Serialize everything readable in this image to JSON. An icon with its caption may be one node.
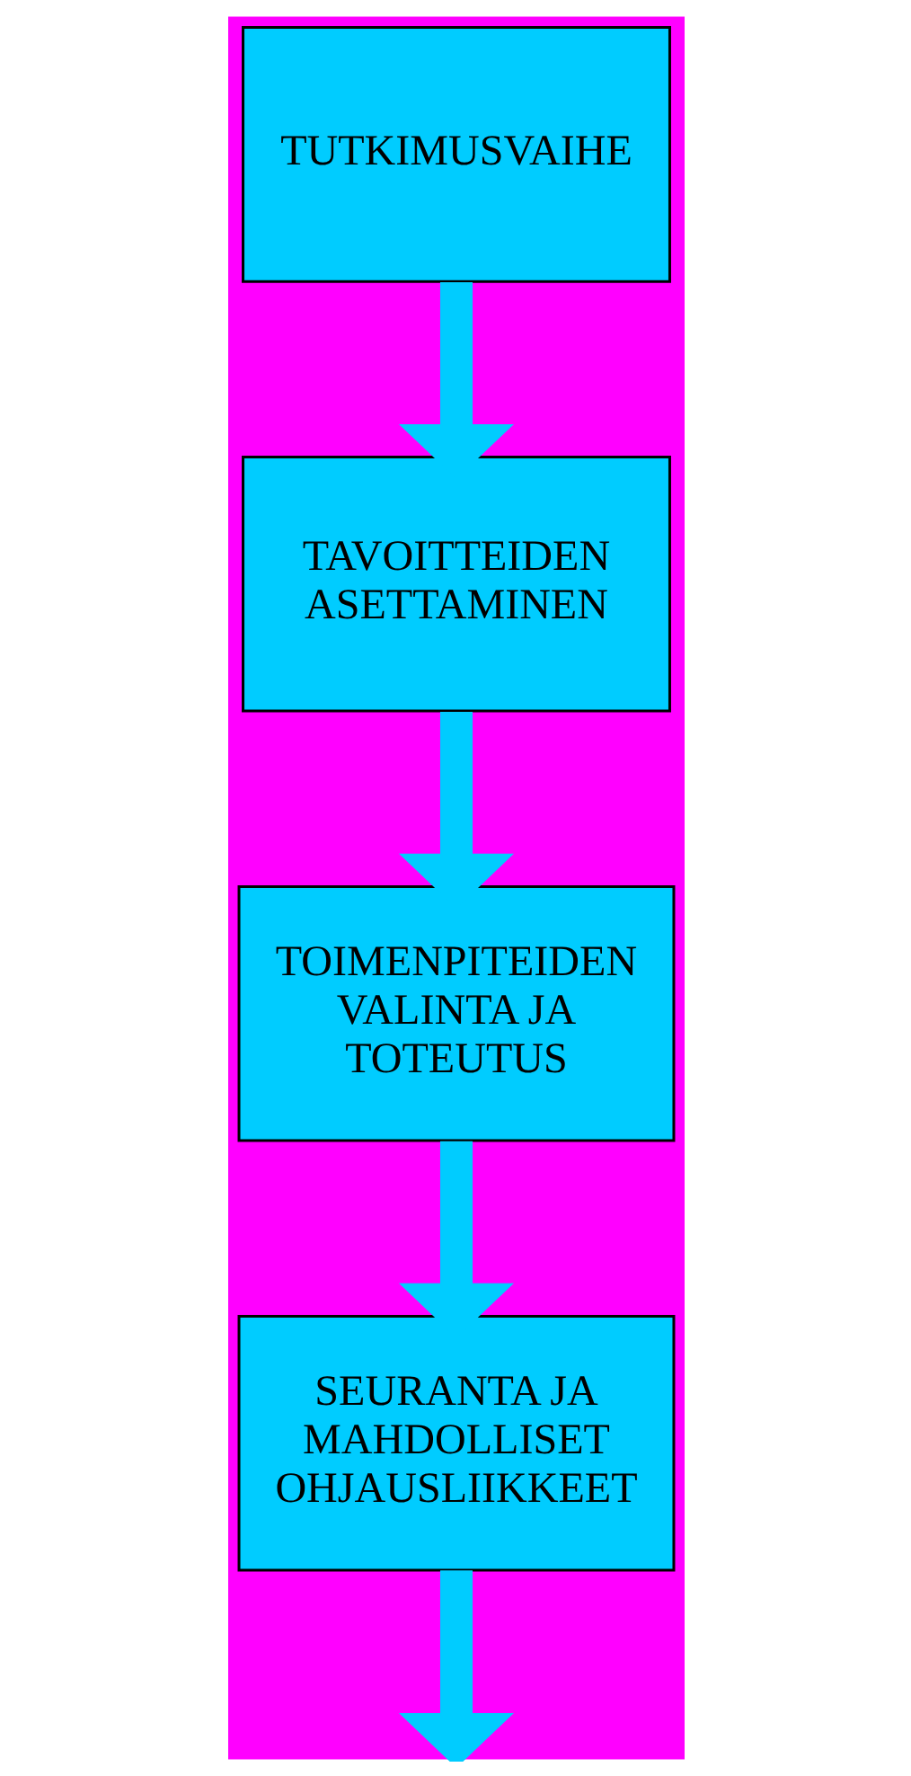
{
  "diagram": {
    "nodes": [
      {
        "text": [
          "TUTKIMUSVAIHE"
        ]
      },
      {
        "text": [
          "TAVOITTEIDEN ASETTAMINEN"
        ]
      },
      {
        "text": [
          "TOIMENPITEIDEN VALINTA JA TOTEUTUS"
        ]
      },
      {
        "text": [
          "SEURANTA JA MAHDOLLISET OHJAUSLIIKKEET"
        ]
      }
    ],
    "edges": [
      {
        "from": 0,
        "to": 1,
        "arrow": "to"
      },
      {
        "from": 1,
        "to": 2,
        "arrow": "to"
      },
      {
        "from": 2,
        "to": 3,
        "arrow": "to"
      },
      {
        "from": 3,
        "to": null,
        "arrow": "to"
      }
    ]
  }
}
